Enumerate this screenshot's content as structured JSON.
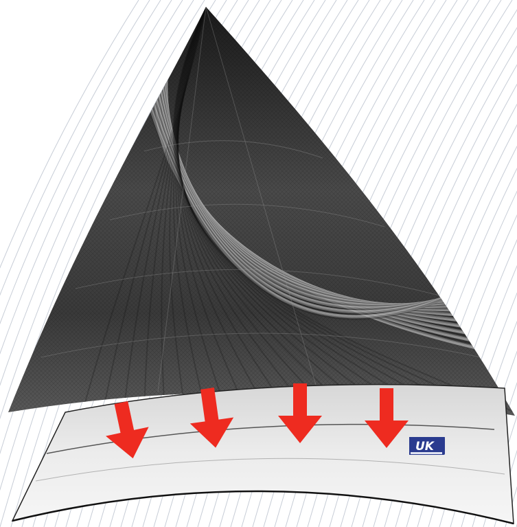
{
  "scene": {
    "subject": "sail-illustration",
    "colors": {
      "background": "#ffffff",
      "background_lines": "#b9c0cc",
      "sail_dark": "#2b2b2b",
      "sail_mid": "#777777",
      "foot_panel": "#e6e6e6",
      "arrow": "#ee2b20",
      "logo_blue": "#2a3b8f"
    },
    "arrow_count": 4,
    "arrow_direction": "down"
  },
  "logo": {
    "text": "UK",
    "icon": "uk-sailmakers-logo"
  }
}
